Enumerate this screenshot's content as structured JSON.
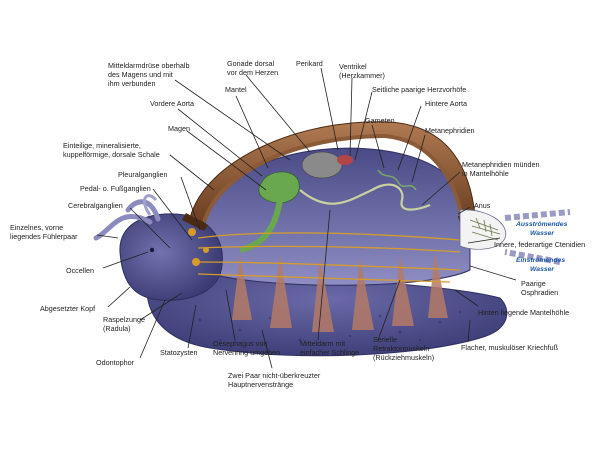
{
  "labels": {
    "mitteldarmdruese": [
      "Mitteldarmdrüse oberhalb",
      "des Magens und mit",
      "ihm verbunden"
    ],
    "gonade": [
      "Gonade dorsal",
      "vor dem Herzen"
    ],
    "perikard": [
      "Perikard"
    ],
    "ventrikel": [
      "Ventrikel",
      "(Herzkammer)"
    ],
    "herzvorhoefe": [
      "Seitliche paarige Herzvorhöfe"
    ],
    "mantel": [
      "Mantel"
    ],
    "hintere_aorta": [
      "Hintere Aorta"
    ],
    "vordere_aorta": [
      "Vordere Aorta"
    ],
    "gameten": [
      "Gameten"
    ],
    "metanephridien": [
      "Metanephridien"
    ],
    "magen": [
      "Magen"
    ],
    "schale": [
      "Einteilige, mineralisierte,",
      "kuppelförmige, dorsale Schale"
    ],
    "metanephridien_muenden": [
      "Metanephridien münden",
      "in Mantelhöhle"
    ],
    "pleuralganglien": [
      "Pleuralganglien"
    ],
    "pedalganglien": [
      "Pedal- o. Fußganglien"
    ],
    "anus": [
      "Anus"
    ],
    "cerebralganglien": [
      "Cerebralganglien"
    ],
    "fuehlerpaar": [
      "Einzelnes, vorne",
      "liegendes Fühlerpaar"
    ],
    "ctenidien": [
      "Innere, federartige Ctenidien"
    ],
    "occellen": [
      "Occellen"
    ],
    "osphradien": [
      "Paarige",
      "Osphradien"
    ],
    "kopf": [
      "Abgesetzter Kopf"
    ],
    "mantelhoehle": [
      "Hinten liegende Mantelhöhle"
    ],
    "radula": [
      "Raspelzunge",
      "(Radula)"
    ],
    "statozysten": [
      "Statozysten"
    ],
    "oesephagus": [
      "Oesephagus von",
      "Nervenring umgeben"
    ],
    "mitteldarm": [
      "Mitteldarm mit",
      "einfacher Schlinge"
    ],
    "retraktormuskeln": [
      "Serielle",
      "Retraktormuskeln",
      "(Rückziehmuskeln)"
    ],
    "kriechfuss": [
      "Flacher, muskulöser Kriechfuß"
    ],
    "odontophor": [
      "Odontophor"
    ],
    "hauptnervenstraenge": [
      "Zwei Paar nicht-überkreuzter",
      "Hauptnervenstränge"
    ]
  },
  "water": {
    "out": [
      "Ausströmendes",
      "Wasser"
    ],
    "in": [
      "Einströmendes",
      "Wasser"
    ]
  }
}
